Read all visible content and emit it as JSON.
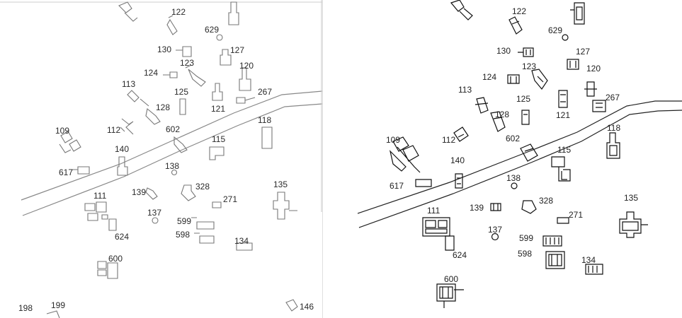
{
  "left_panel": {
    "labels": [
      "122",
      "629",
      "130",
      "127",
      "123",
      "120",
      "124",
      "113",
      "125",
      "267",
      "128",
      "121",
      "118",
      "109",
      "112",
      "602",
      "140",
      "115",
      "617",
      "138",
      "139",
      "328",
      "271",
      "135",
      "111",
      "137",
      "599",
      "598",
      "624",
      "134",
      "600",
      "199",
      "198",
      "146"
    ]
  },
  "right_panel": {
    "labels": [
      "122",
      "629",
      "130",
      "127",
      "123",
      "120",
      "124",
      "113",
      "125",
      "267",
      "121",
      "128",
      "118",
      "109",
      "112",
      "602",
      "140",
      "115",
      "617",
      "138",
      "139",
      "328",
      "271",
      "135",
      "111",
      "137",
      "599",
      "598",
      "624",
      "134",
      "600"
    ]
  }
}
